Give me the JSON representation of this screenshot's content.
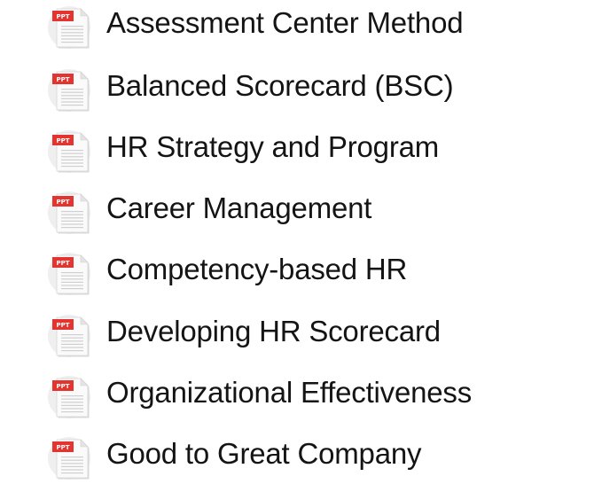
{
  "icon_badge_text": "PPT",
  "colors": {
    "text": "#141414",
    "badge": "#e3342f",
    "paper": "#fafafa",
    "circle": "#efefef"
  },
  "items": [
    {
      "label": "Assessment Center Method",
      "icon": "ppt-file-icon"
    },
    {
      "label": "Balanced Scorecard (BSC)",
      "icon": "ppt-file-icon"
    },
    {
      "label": "HR Strategy and Program",
      "icon": "ppt-file-icon"
    },
    {
      "label": "Career Management",
      "icon": "ppt-file-icon"
    },
    {
      "label": "Competency-based HR",
      "icon": "ppt-file-icon"
    },
    {
      "label": "Developing HR Scorecard",
      "icon": "ppt-file-icon"
    },
    {
      "label": "Organizational Effectiveness",
      "icon": "ppt-file-icon"
    },
    {
      "label": "Good to Great Company",
      "icon": "ppt-file-icon"
    }
  ]
}
